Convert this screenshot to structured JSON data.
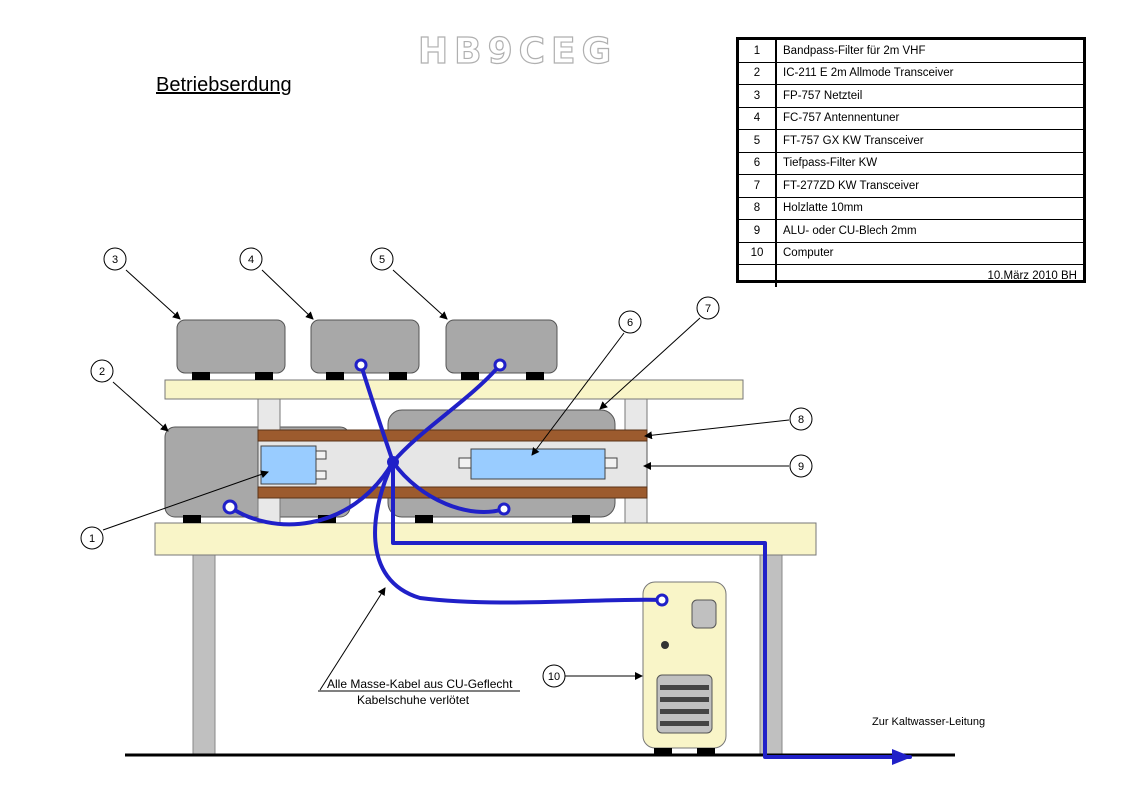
{
  "callsign": "HB9CEG",
  "title": "Betriebserdung",
  "legend": {
    "items": [
      {
        "num": "1",
        "text": "Bandpass-Filter für 2m VHF"
      },
      {
        "num": "2",
        "text": "IC-211 E 2m Allmode Transceiver"
      },
      {
        "num": "3",
        "text": "FP-757 Netzteil"
      },
      {
        "num": "4",
        "text": "FC-757 Antennentuner"
      },
      {
        "num": "5",
        "text": "FT-757 GX KW Transceiver"
      },
      {
        "num": "6",
        "text": "Tiefpass-Filter KW"
      },
      {
        "num": "7",
        "text": "FT-277ZD KW Transceiver"
      },
      {
        "num": "8",
        "text": "Holzlatte 10mm"
      },
      {
        "num": "9",
        "text": "ALU- oder CU-Blech 2mm"
      },
      {
        "num": "10",
        "text": "Computer"
      }
    ],
    "date": "10.März 2010 BH"
  },
  "callouts": {
    "c1": "1",
    "c2": "2",
    "c3": "3",
    "c4": "4",
    "c5": "5",
    "c6": "6",
    "c7": "7",
    "c8": "8",
    "c9": "9",
    "c10": "10"
  },
  "notes": {
    "line1": "Alle Masse-Kabel aus CU-Geflecht",
    "line2": "Kabelschuhe verlötet",
    "kaltwasser": "Zur Kaltwasser-Leitung"
  },
  "colors": {
    "cable": "#2020c8",
    "device_gray": "#a8a8a8",
    "shelf": "#f9f5c8",
    "wood": "#9c5b2e",
    "filter_blue": "#99ccff",
    "plate": "#e6e6e6",
    "leg": "#c0c0c0"
  }
}
